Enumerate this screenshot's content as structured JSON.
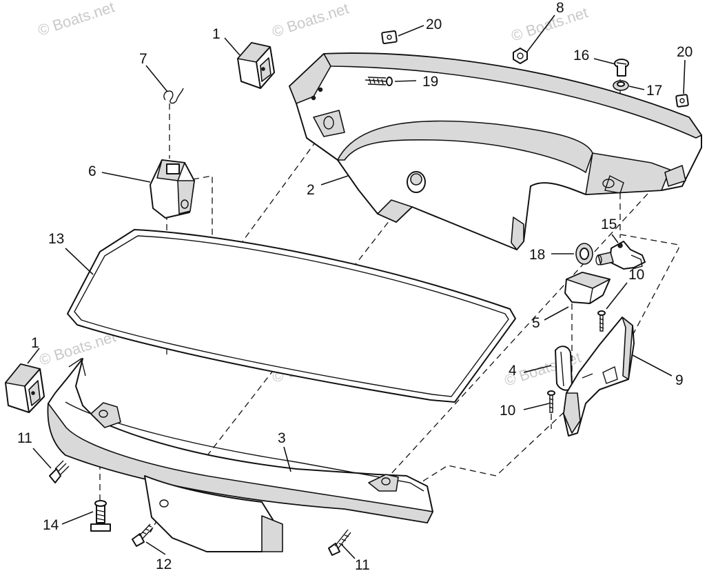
{
  "watermark": {
    "text": "© Boats.net",
    "color": "#c9c9c9"
  },
  "callouts": [
    {
      "id": "c1a",
      "label": "1"
    },
    {
      "id": "c1b",
      "label": "1"
    },
    {
      "id": "c2",
      "label": "2"
    },
    {
      "id": "c3",
      "label": "3"
    },
    {
      "id": "c4",
      "label": "4"
    },
    {
      "id": "c5",
      "label": "5"
    },
    {
      "id": "c6",
      "label": "6"
    },
    {
      "id": "c7",
      "label": "7"
    },
    {
      "id": "c8",
      "label": "8"
    },
    {
      "id": "c9",
      "label": "9"
    },
    {
      "id": "c10a",
      "label": "10"
    },
    {
      "id": "c10b",
      "label": "10"
    },
    {
      "id": "c11a",
      "label": "11"
    },
    {
      "id": "c11b",
      "label": "11"
    },
    {
      "id": "c12",
      "label": "12"
    },
    {
      "id": "c13",
      "label": "13"
    },
    {
      "id": "c14",
      "label": "14"
    },
    {
      "id": "c15",
      "label": "15"
    },
    {
      "id": "c16",
      "label": "16"
    },
    {
      "id": "c17",
      "label": "17"
    },
    {
      "id": "c18",
      "label": "18"
    },
    {
      "id": "c19",
      "label": "19"
    },
    {
      "id": "c20a",
      "label": "20"
    },
    {
      "id": "c20b",
      "label": "20"
    }
  ]
}
